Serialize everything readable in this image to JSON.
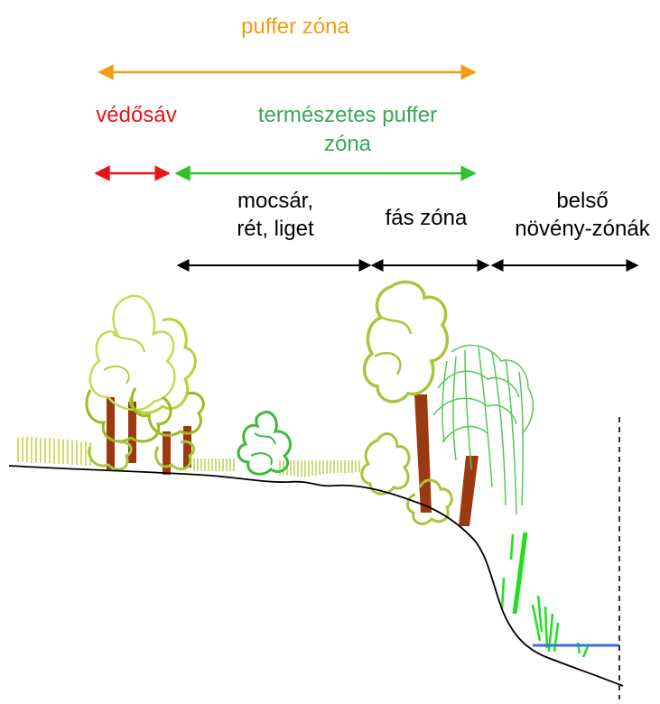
{
  "labels": {
    "puffer_zona": "puffer zóna",
    "vedosav": "védősáv",
    "termeszetes_line1": "természetes puffer",
    "termeszetes_line2": "zóna",
    "mocsar_line1": "mocsár,",
    "mocsar_line2": "rét, liget",
    "fas_zona": "fás zóna",
    "belso_line1": "belső",
    "belso_line2": "növény-zónák"
  },
  "colors": {
    "orange": "#f39c12",
    "red": "#e8141a",
    "green": "#2ec32e",
    "teal_green": "#3aa65a",
    "black": "#000000",
    "yellow_green": "#a8c63a",
    "trunk": "#9b3a10",
    "bright_green": "#1fe01f",
    "water": "#3a6fe0"
  }
}
